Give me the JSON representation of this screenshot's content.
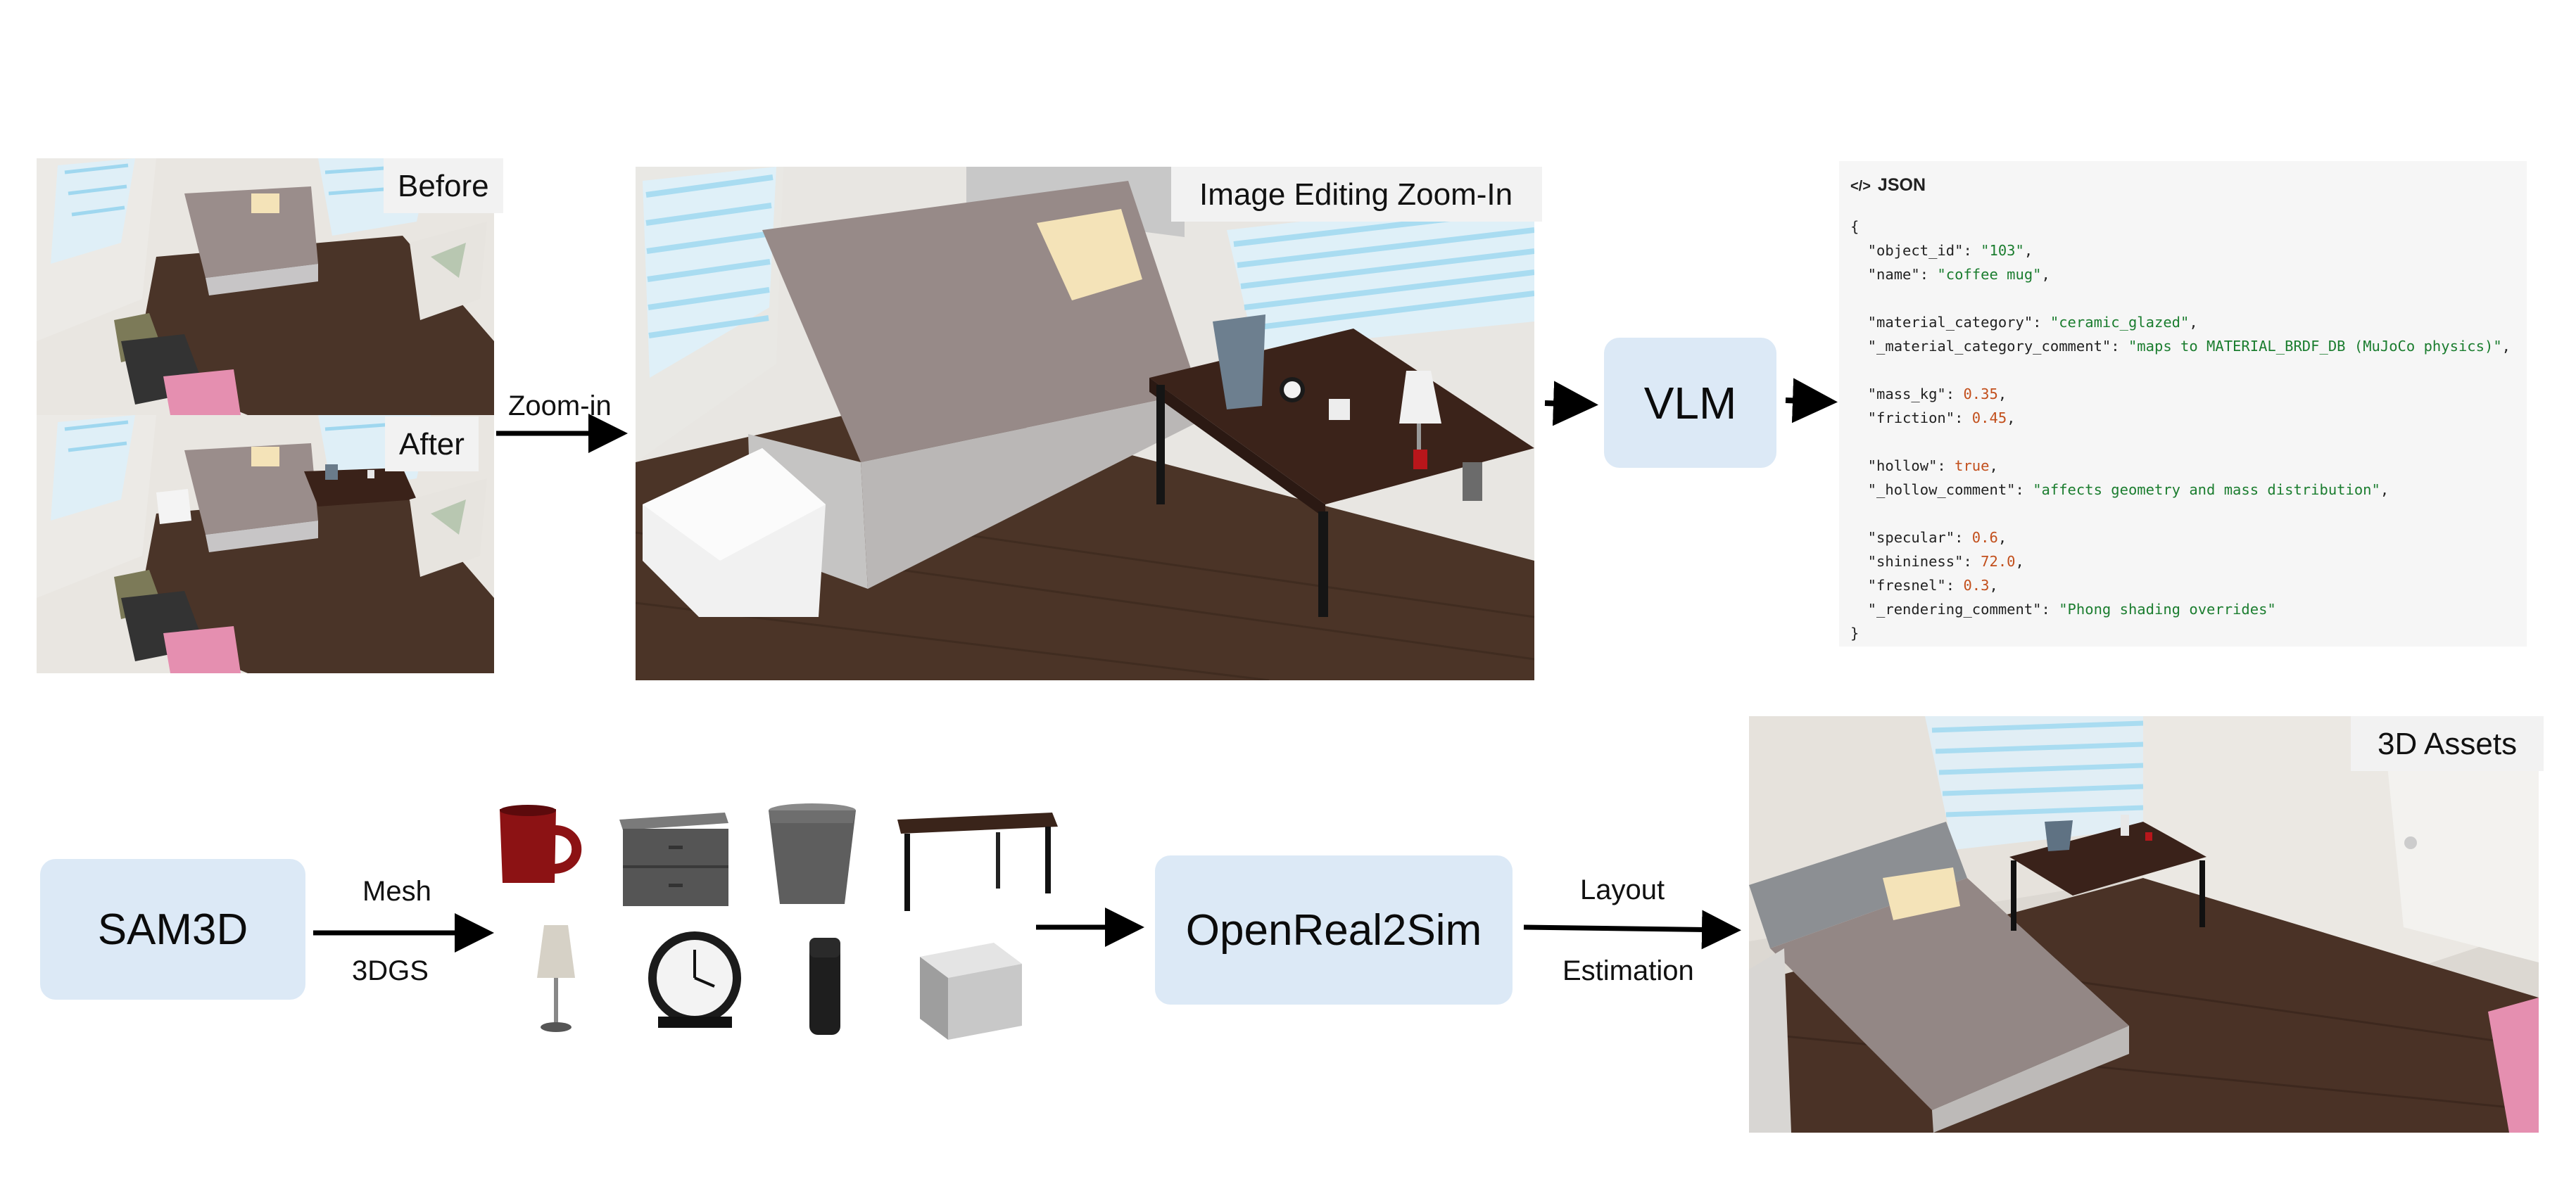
{
  "top_row": {
    "before_label": "Before",
    "after_label": "After",
    "zoomin_label": "Zoom-in",
    "editing_label": "Image Editing Zoom-In",
    "vlm_label": "VLM",
    "json_panel": {
      "header": "JSON",
      "open_brace": "{",
      "close_brace": "}",
      "lines": [
        {
          "key": "\"object_id\"",
          "value": "\"103\"",
          "type": "s"
        },
        {
          "key": "\"name\"",
          "value": "\"coffee mug\"",
          "type": "s"
        },
        {
          "blank": true
        },
        {
          "key": "\"material_category\"",
          "value": "\"ceramic_glazed\"",
          "type": "s"
        },
        {
          "key": "\"_material_category_comment\"",
          "value": "\"maps to MATERIAL_BRDF_DB (MuJoCo physics)\"",
          "type": "s"
        },
        {
          "blank": true
        },
        {
          "key": "\"mass_kg\"",
          "value": "0.35",
          "type": "n"
        },
        {
          "key": "\"friction\"",
          "value": "0.45",
          "type": "n"
        },
        {
          "blank": true
        },
        {
          "key": "\"hollow\"",
          "value": "true",
          "type": "n"
        },
        {
          "key": "\"_hollow_comment\"",
          "value": "\"affects geometry and mass distribution\"",
          "type": "s"
        },
        {
          "blank": true
        },
        {
          "key": "\"specular\"",
          "value": "0.6",
          "type": "n"
        },
        {
          "key": "\"shininess\"",
          "value": "72.0",
          "type": "n"
        },
        {
          "key": "\"fresnel\"",
          "value": "0.3",
          "type": "n"
        },
        {
          "key": "\"_rendering_comment\"",
          "value": "\"Phong shading overrides\"",
          "type": "s",
          "last": true
        }
      ]
    }
  },
  "bottom_row": {
    "sam3d_label": "SAM3D",
    "mesh_label": "Mesh",
    "gs_label": "3DGS",
    "openreal2sim_label": "OpenReal2Sim",
    "layout_label": "Layout",
    "estimation_label": "Estimation",
    "assets_label": "3D Assets"
  },
  "colors": {
    "box_fill": "#dce9f6",
    "json_bg": "#f6f6f6",
    "json_string": "#1b7d2f",
    "json_number": "#c24f1c"
  }
}
